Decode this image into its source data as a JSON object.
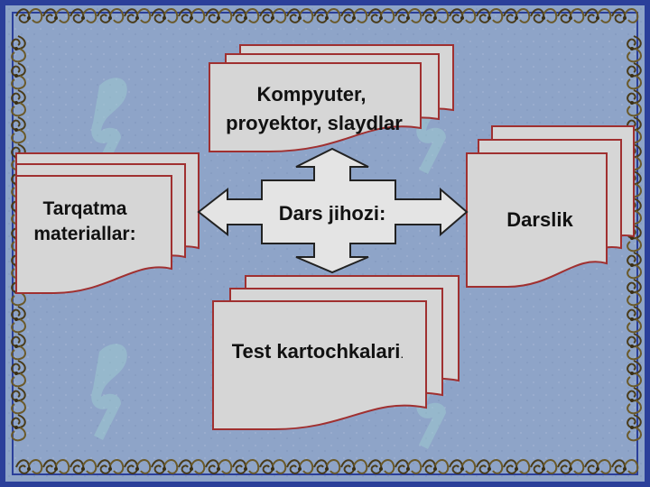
{
  "slide": {
    "background_color": "#8ea4c8",
    "frame_color": "#2b3f9a",
    "ornament_color": "#5a4a22"
  },
  "diagram": {
    "center": {
      "label": "Dars jihozi:"
    },
    "top": {
      "line1": "Kompyuter,",
      "line2": "proyektor, slaydlar"
    },
    "left": {
      "line1": "Tarqatma",
      "line2": "materiallar:"
    },
    "right": {
      "label": "Darslik"
    },
    "bottom": {
      "label": "Test kartochkalari",
      "suffix": "."
    }
  },
  "colors": {
    "card_fill": "#d6d6d6",
    "card_border": "#a03030",
    "arrow_fill": "#e4e4e4",
    "arrow_border": "#222222"
  }
}
